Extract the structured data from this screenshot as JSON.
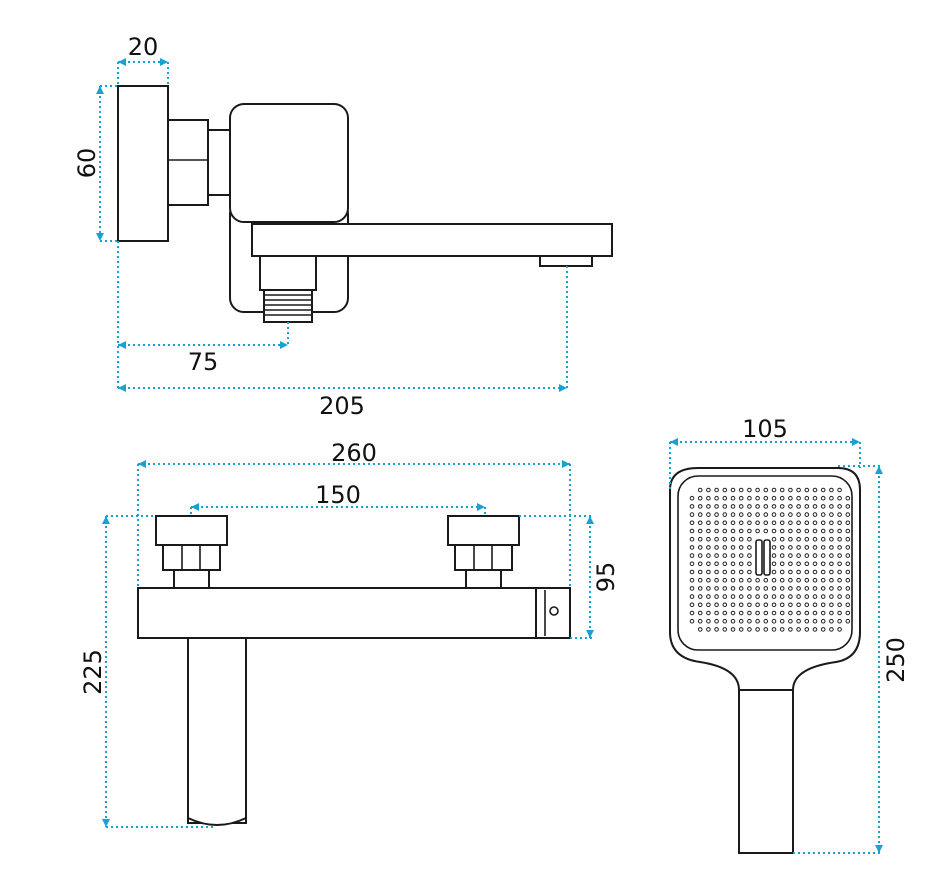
{
  "dimensions": {
    "top_width": "20",
    "top_height": "60",
    "top_inlet_offset": "75",
    "top_projection": "205",
    "front_width": "260",
    "front_centers": "150",
    "front_height": "95",
    "front_total_height": "225",
    "head_width": "105",
    "head_length": "250"
  },
  "colors": {
    "dimension_line": "#1ba0d2",
    "outline": "#1a1a1a",
    "background": "#ffffff"
  }
}
